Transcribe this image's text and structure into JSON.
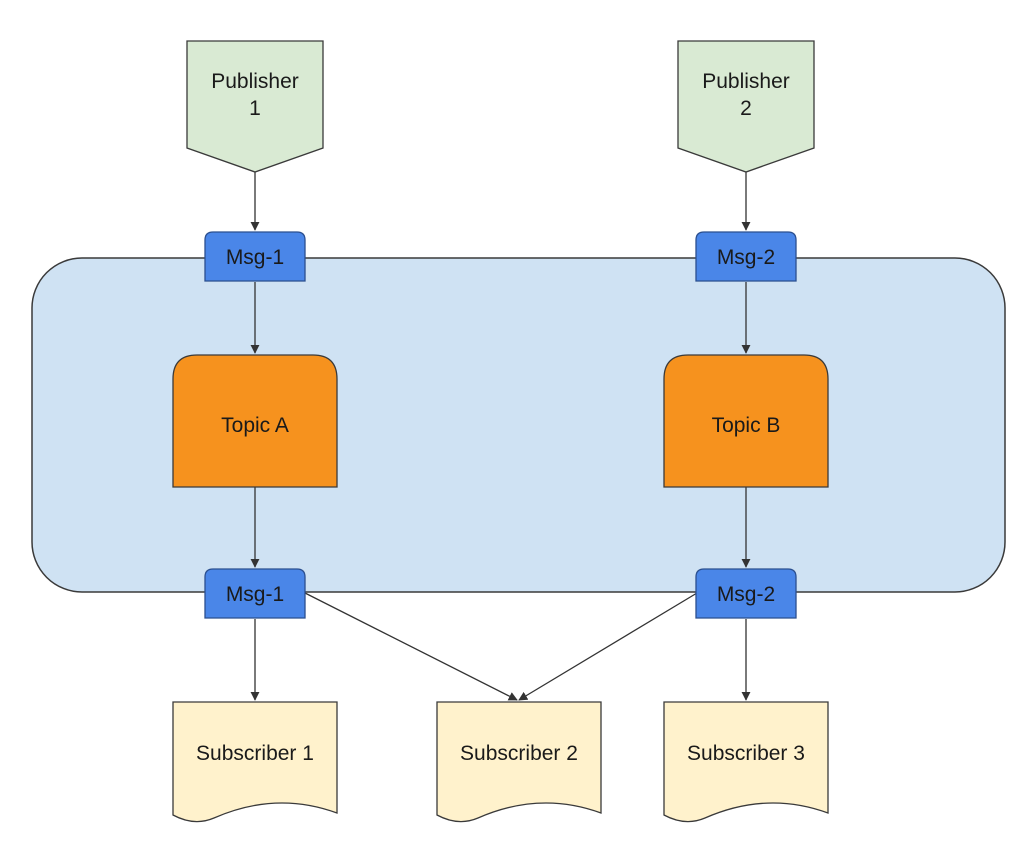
{
  "publishers": [
    {
      "line1": "Publisher",
      "line2": "1"
    },
    {
      "line1": "Publisher",
      "line2": "2"
    }
  ],
  "messages": {
    "in": [
      "Msg-1",
      "Msg-2"
    ],
    "out": [
      "Msg-1",
      "Msg-2"
    ]
  },
  "topics": [
    "Topic A",
    "Topic B"
  ],
  "subscribers": [
    "Subscriber 1",
    "Subscriber 2",
    "Subscriber 3"
  ],
  "colors": {
    "publisher_fill": "#d9ead3",
    "message_fill": "#4a86e8",
    "topic_fill": "#f6921e",
    "broker_fill": "#cfe2f3",
    "subscriber_fill": "#fff2cc",
    "stroke": "#3a3a3a"
  },
  "icons": {
    "publisher": "pentagon-arrow-down-shape",
    "subscriber": "document-shape"
  }
}
